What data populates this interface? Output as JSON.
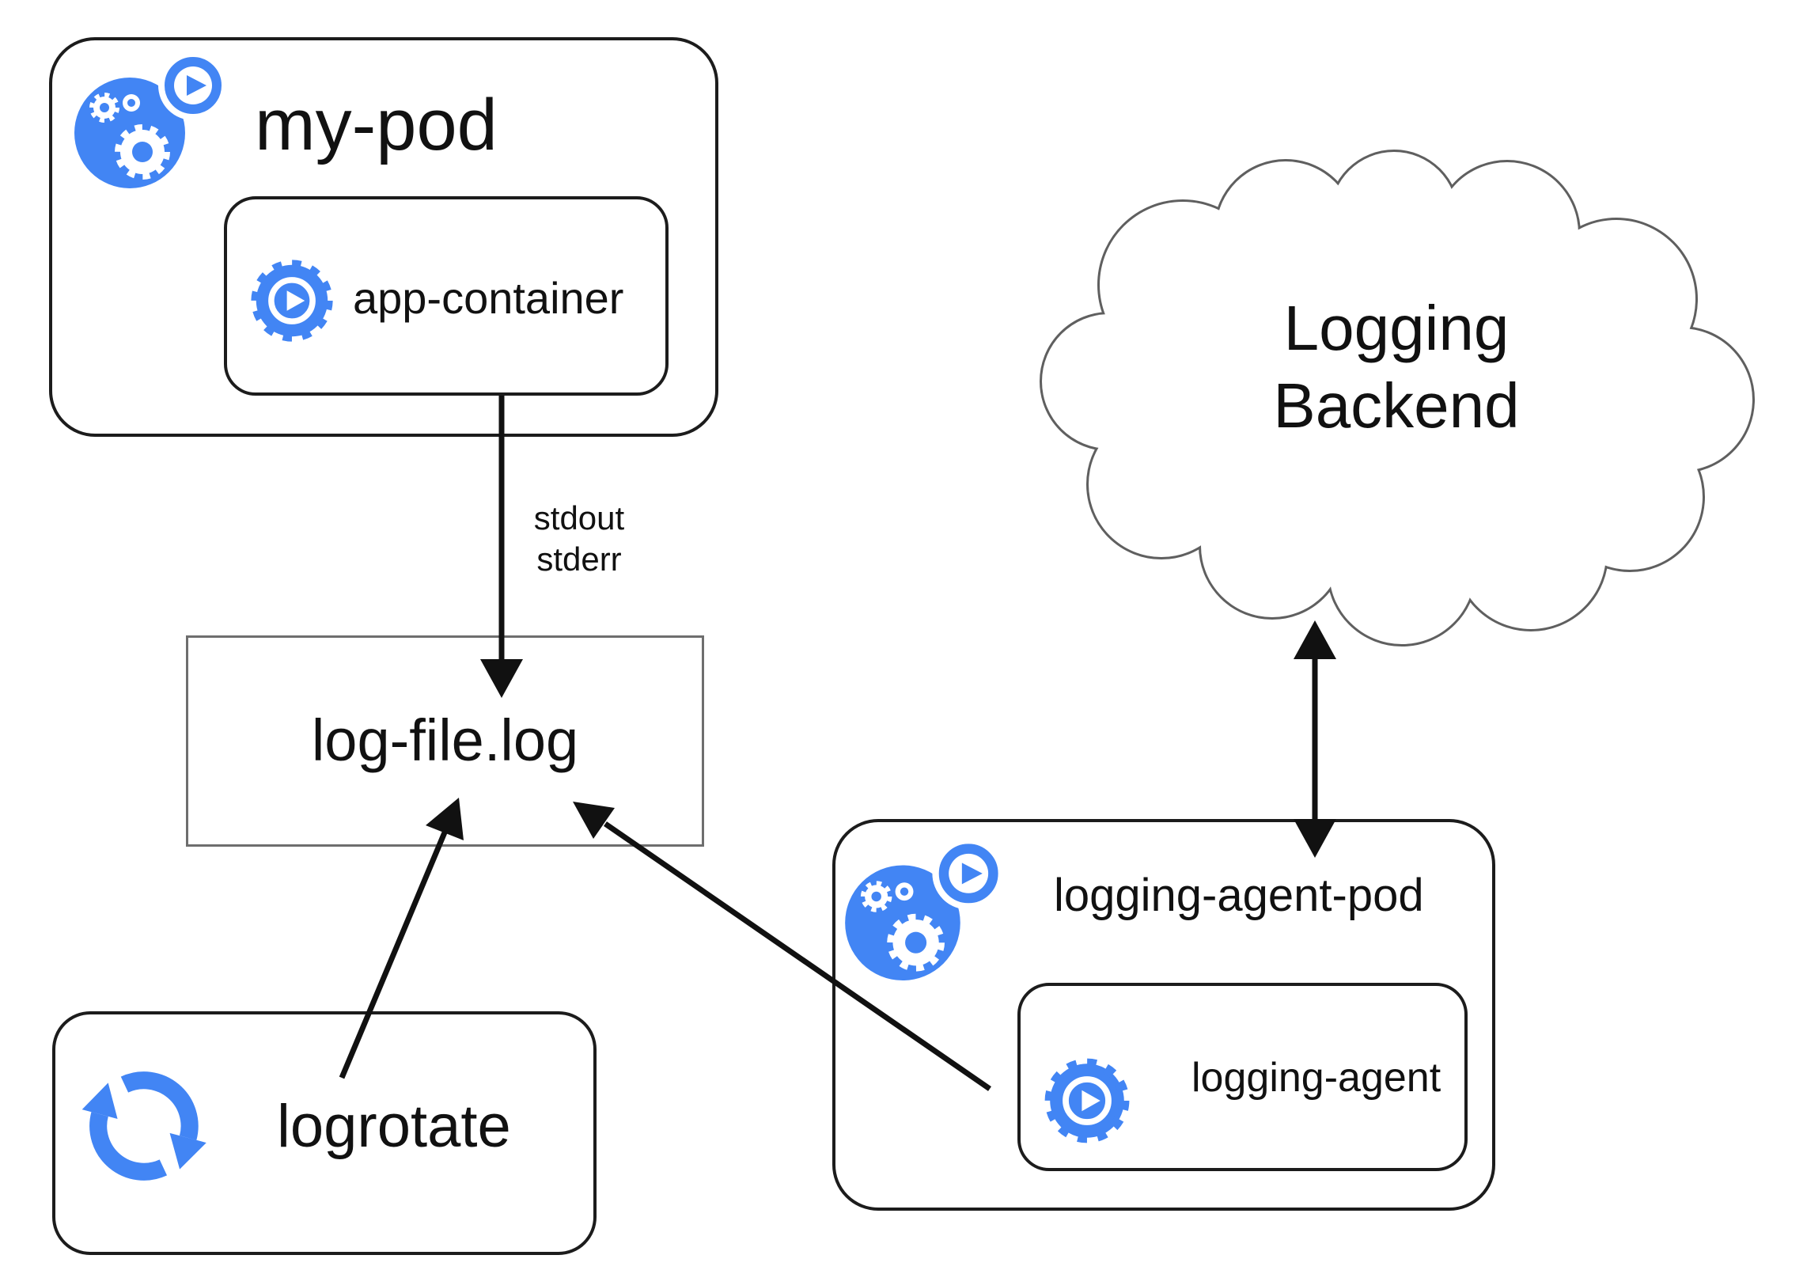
{
  "nodes": {
    "my_pod": {
      "label": "my-pod",
      "container": "app-container",
      "icon": "kubernetes-pod-icon",
      "container_icon": "container-gear-icon"
    },
    "log_file": {
      "label": "log-file.log",
      "shape": "rectangle"
    },
    "logrotate": {
      "label": "logrotate",
      "icon": "rotate-sync-icon"
    },
    "logging_agent_pod": {
      "label": "logging-agent-pod",
      "container": "logging-agent",
      "icon": "kubernetes-pod-icon",
      "container_icon": "container-gear-icon"
    },
    "logging_backend": {
      "line1": "Logging",
      "line2": "Backend",
      "shape": "cloud"
    }
  },
  "edges": {
    "stdout_label": "stdout",
    "stderr_label": "stderr",
    "connections": [
      {
        "from": "app-container",
        "to": "log-file.log",
        "label": "stdout stderr",
        "type": "arrow"
      },
      {
        "from": "logrotate",
        "to": "log-file.log",
        "label": "",
        "type": "arrow"
      },
      {
        "from": "logging-agent",
        "to": "log-file.log",
        "label": "",
        "type": "arrow"
      },
      {
        "from": "logging-agent-pod",
        "to": "Logging Backend",
        "label": "",
        "type": "double-arrow"
      }
    ]
  },
  "colors": {
    "accent_blue": "#4285f4",
    "box_border": "#1c1c1c",
    "file_box_border": "#6e6e6e",
    "cloud_outline": "#5f5f5f",
    "arrow": "#111111",
    "text": "#111111",
    "background": "#ffffff"
  }
}
